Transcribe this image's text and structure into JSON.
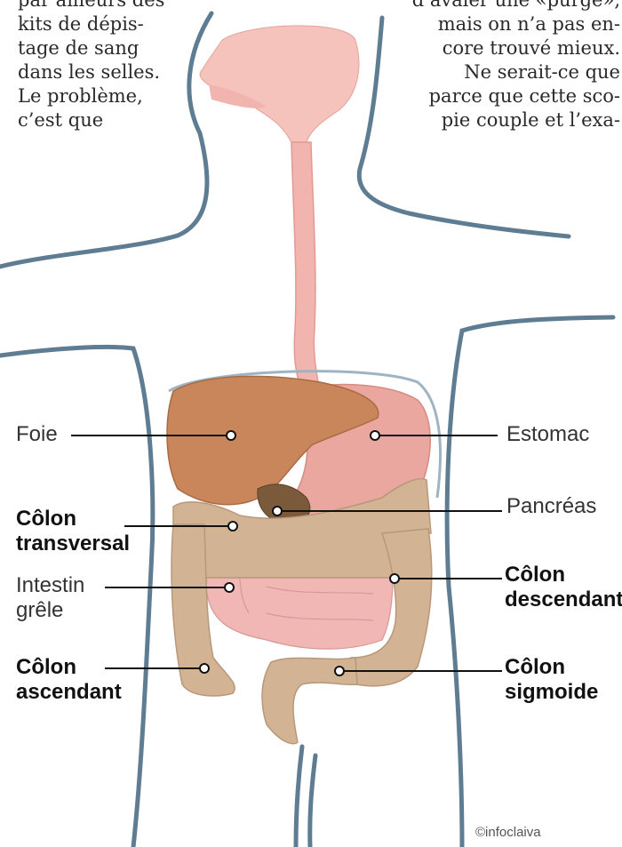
{
  "article": {
    "left_column": [
      "par ailleurs des",
      "kits de dépis-",
      "tage de sang",
      "dans les selles.",
      "Le problème,",
      "c’est que"
    ],
    "right_column": [
      "d’avaler une «purge»,",
      "mais on n’a pas en-",
      "core trouvé mieux.",
      "Ne serait-ce que",
      "parce que cette sco-",
      "pie couple et l’exa-"
    ]
  },
  "labels": {
    "foie": "Foie",
    "estomac": "Estomac",
    "pancreas": "Pancréas",
    "colon_transversal": [
      "Côlon",
      "transversal"
    ],
    "intestin_grele": [
      "Intestin",
      "grêle"
    ],
    "colon_descendant": [
      "Côlon",
      "descendant"
    ],
    "colon_ascendant": [
      "Côlon",
      "ascendant"
    ],
    "colon_sigmoide": [
      "Côlon",
      "sigmoide"
    ]
  },
  "credit": "©infoclaiva",
  "colors": {
    "body_outline": "#5f7d92",
    "esophagus": "#f2b4ae",
    "liver": "#c8865a",
    "stomach": "#e9a7a0",
    "colon": "#d2b393",
    "small_intestine": "#f0b7b5",
    "pancreas": "#7a5a3a"
  }
}
